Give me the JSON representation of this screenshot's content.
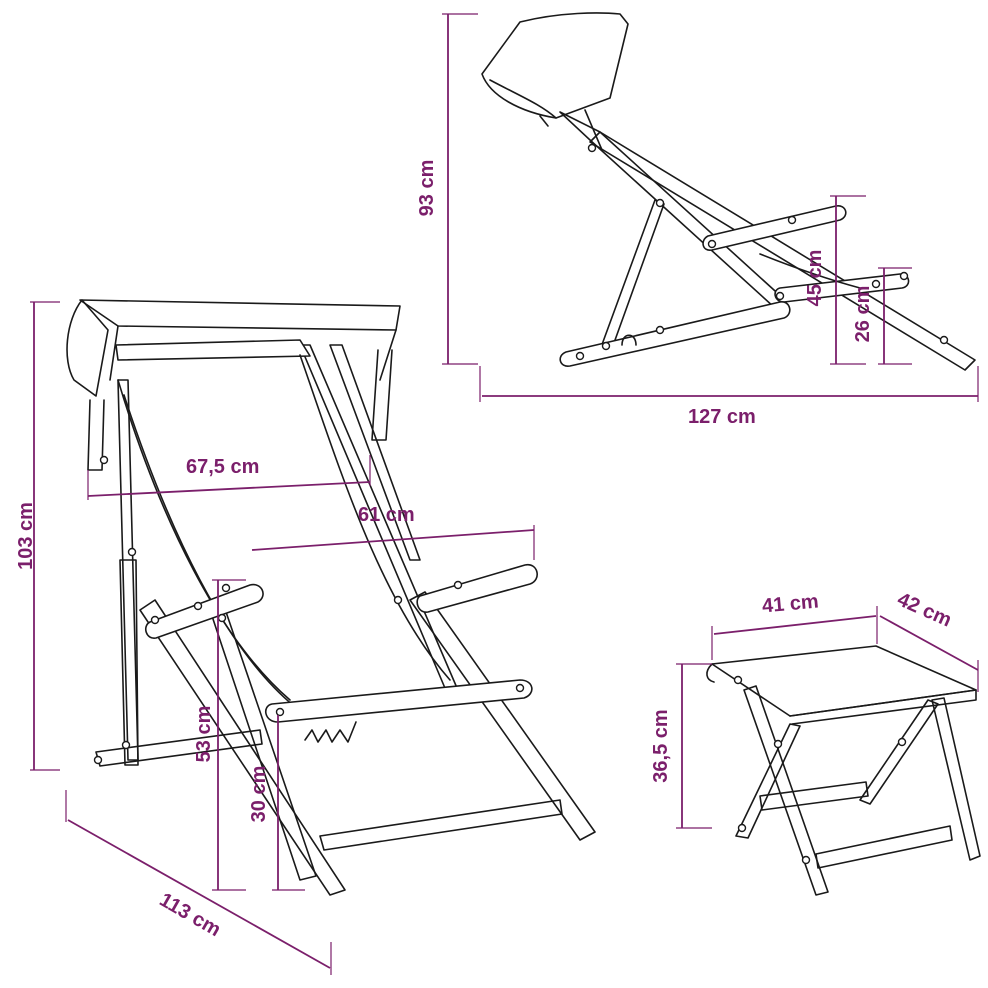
{
  "colors": {
    "dimension": "#7b1f6b",
    "outline": "#1a1a1a",
    "background": "#ffffff"
  },
  "dimensions": {
    "chair_height": "103 cm",
    "chair_width": "67,5 cm",
    "seat_width": "61 cm",
    "armrest_height": "53 cm",
    "seat_height": "30 cm",
    "chair_depth": "113 cm",
    "side_height": "93 cm",
    "side_length": "127 cm",
    "side_arm_height": "45 cm",
    "side_seat_height": "26 cm",
    "stool_width": "41 cm",
    "stool_depth": "42 cm",
    "stool_height": "36,5 cm"
  }
}
